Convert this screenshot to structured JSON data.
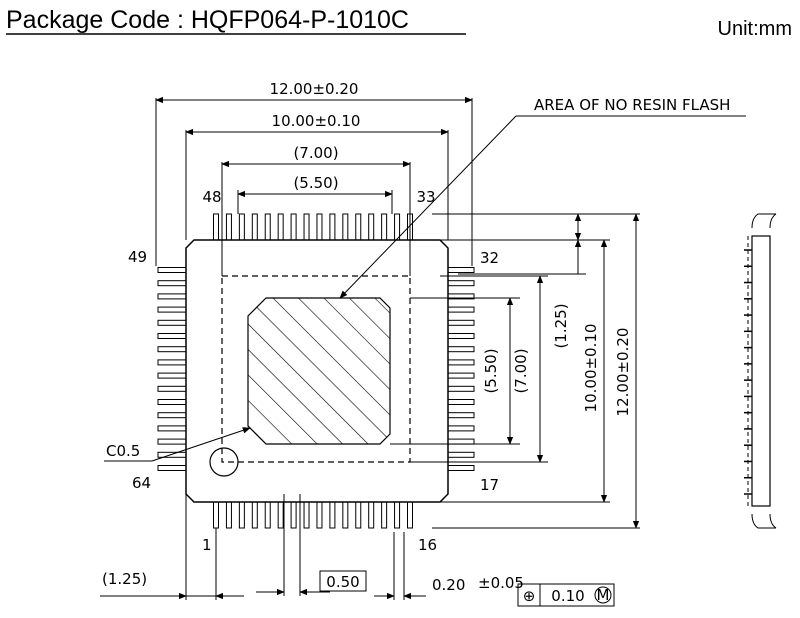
{
  "header": {
    "title": "Package Code : HQFP064-P-1010C",
    "unit": "Unit:mm"
  },
  "dimensions": {
    "body_outer_width": "12.00±0.20",
    "body_inner_width": "10.00±0.10",
    "pin_span_ref": "(7.00)",
    "die_pad_ref": "(5.50)",
    "vert_die_pad_ref": "(5.50)",
    "vert_pin_span_ref": "(7.00)",
    "vert_offset_ref": "(1.25)",
    "vert_inner": "10.00±0.10",
    "vert_outer": "12.00±0.20",
    "lead_offset_ref": "(1.25)",
    "pitch": "0.50",
    "lead_width": "0.20",
    "lead_width_tol": "±0.05",
    "position_tol": "0.10",
    "chamfer": "C0.5"
  },
  "annotations": {
    "resin_flash": "AREA OF NO RESIN FLASH"
  },
  "pins": {
    "p1": "1",
    "p16": "16",
    "p17": "17",
    "p32": "32",
    "p33": "33",
    "p48": "48",
    "p49": "49",
    "p64": "64"
  },
  "symbols": {
    "position": "⊕",
    "mmc": "M"
  }
}
